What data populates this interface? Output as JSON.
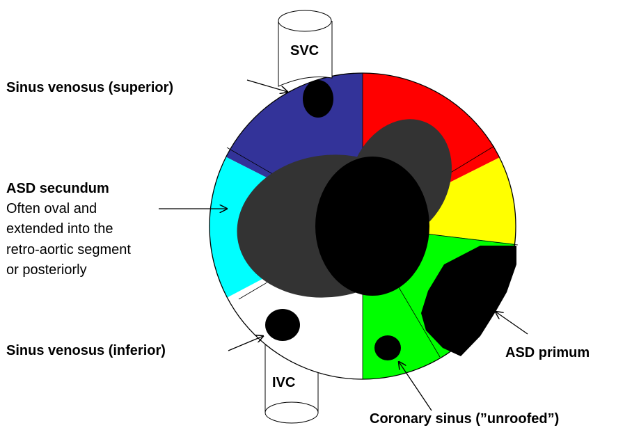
{
  "labels": {
    "svc": "SVC",
    "ivc": "IVC",
    "sinus_venosus_superior": "Sinus venosus (superior)",
    "asd_secundum_title": "ASD secundum",
    "asd_secundum_desc": [
      "Often oval and",
      "extended into the",
      "retro-aortic segment",
      "or posteriorly"
    ],
    "sinus_venosus_inferior": "Sinus venosus (inferior)",
    "asd_primum": "ASD primum",
    "coronary_sinus": "Coronary sinus (”unroofed”)"
  },
  "colors": {
    "superior_segment": "#333399",
    "anterior_superior_segment": "#ff0000",
    "anterior_inferior_segment": "#ffff00",
    "posterior_segment": "#00ffff",
    "inferior_segment": "#ffffff",
    "inferior_anterior_segment": "#00ff00",
    "secundum_defect": "#333333",
    "defect": "#000000"
  }
}
